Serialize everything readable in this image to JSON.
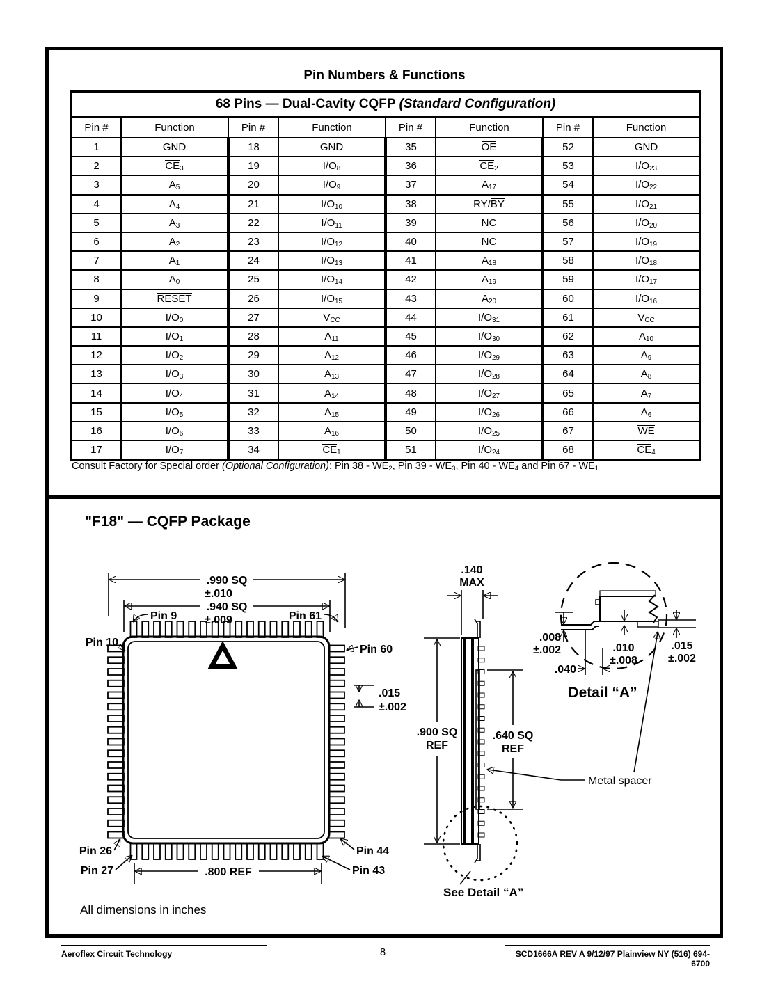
{
  "page_title": "Pin Numbers & Functions",
  "table": {
    "title_main": "68 Pins — Dual-Cavity CQFP ",
    "title_italic": "(Standard Configuration)",
    "col_headers": [
      "Pin #",
      "Function",
      "Pin #",
      "Function",
      "Pin #",
      "Function",
      "Pin #",
      "Function"
    ],
    "rows": [
      [
        "1",
        "GND",
        "18",
        "GND",
        "35",
        "[OE]",
        "52",
        "GND"
      ],
      [
        "2",
        "[CE]_3",
        "19",
        "I/O_8",
        "36",
        "[CE]_2",
        "53",
        "I/O_23"
      ],
      [
        "3",
        "A_5",
        "20",
        "I/O_9",
        "37",
        "A_17",
        "54",
        "I/O_22"
      ],
      [
        "4",
        "A_4",
        "21",
        "I/O_10",
        "38",
        "RY/[BY]",
        "55",
        "I/O_21"
      ],
      [
        "5",
        "A_3",
        "22",
        "I/O_11",
        "39",
        "NC",
        "56",
        "I/O_20"
      ],
      [
        "6",
        "A_2",
        "23",
        "I/O_12",
        "40",
        "NC",
        "57",
        "I/O_19"
      ],
      [
        "7",
        "A_1",
        "24",
        "I/O_13",
        "41",
        "A_18",
        "58",
        "I/O_18"
      ],
      [
        "8",
        "A_0",
        "25",
        "I/O_14",
        "42",
        "A_19",
        "59",
        "I/O_17"
      ],
      [
        "9",
        "[RESET]",
        "26",
        "I/O_15",
        "43",
        "A_20",
        "60",
        "I/O_16"
      ],
      [
        "10",
        "I/O_0",
        "27",
        "V_CC",
        "44",
        "I/O_31",
        "61",
        "V_CC"
      ],
      [
        "11",
        "I/O_1",
        "28",
        "A_11",
        "45",
        "I/O_30",
        "62",
        "A_10"
      ],
      [
        "12",
        "I/O_2",
        "29",
        "A_12",
        "46",
        "I/O_29",
        "63",
        "A_9"
      ],
      [
        "13",
        "I/O_3",
        "30",
        "A_13",
        "47",
        "I/O_28",
        "64",
        "A_8"
      ],
      [
        "14",
        "I/O_4",
        "31",
        "A_14",
        "48",
        "I/O_27",
        "65",
        "A_7"
      ],
      [
        "15",
        "I/O_5",
        "32",
        "A_15",
        "49",
        "I/O_26",
        "66",
        "A_6"
      ],
      [
        "16",
        "I/O_6",
        "33",
        "A_16",
        "50",
        "I/O_25",
        "67",
        "[WE]"
      ],
      [
        "17",
        "I/O_7",
        "34",
        "[CE]_1",
        "51",
        "I/O_24",
        "68",
        "[CE]_4"
      ]
    ]
  },
  "note": {
    "pre": "Consult Factory for Special order ",
    "italic": "(Optional Configuration)",
    "post": ": Pin 38 - [WE]_2, Pin 39 - [WE]_3, Pin 40 - [WE]_4 and  Pin 67 - [WE]_1"
  },
  "package": {
    "title": "\"F18\" — CQFP Package",
    "top_view": {
      "dim_990": ".990 SQ",
      "dim_990_tol": "±.010",
      "dim_940": ".940 SQ",
      "dim_940_tol": "±.009",
      "dim_800": ".800 REF",
      "dim_015": ".015",
      "dim_015_tol": "±.002",
      "pin9": "Pin 9",
      "pin61": "Pin 61",
      "pin10": "Pin 10",
      "pin60": "Pin 60",
      "pin26": "Pin 26",
      "pin27": "Pin 27",
      "pin44": "Pin 44",
      "pin43": "Pin 43"
    },
    "side_view": {
      "dim_140": ".140",
      "dim_140_max": "MAX",
      "dim_900": ".900 SQ",
      "dim_900_ref": "REF",
      "dim_640": ".640 SQ",
      "dim_640_ref": "REF",
      "metal_spacer": "Metal spacer",
      "see_detail": "See Detail “A”"
    },
    "detail_a": {
      "title": "Detail “A”",
      "dim_008": ".008",
      "dim_008_tol": "±.002",
      "dim_010": ".010",
      "dim_010_tol": "±.008",
      "dim_015": ".015",
      "dim_015_tol": "±.002",
      "dim_040": ".040"
    },
    "units_note": "All dimensions in inches"
  },
  "footer": {
    "left": "Aeroflex Circuit Technology",
    "page_number": "8",
    "right": "SCD1666A REV A 9/12/97  Plainview NY (516) 694-6700"
  }
}
